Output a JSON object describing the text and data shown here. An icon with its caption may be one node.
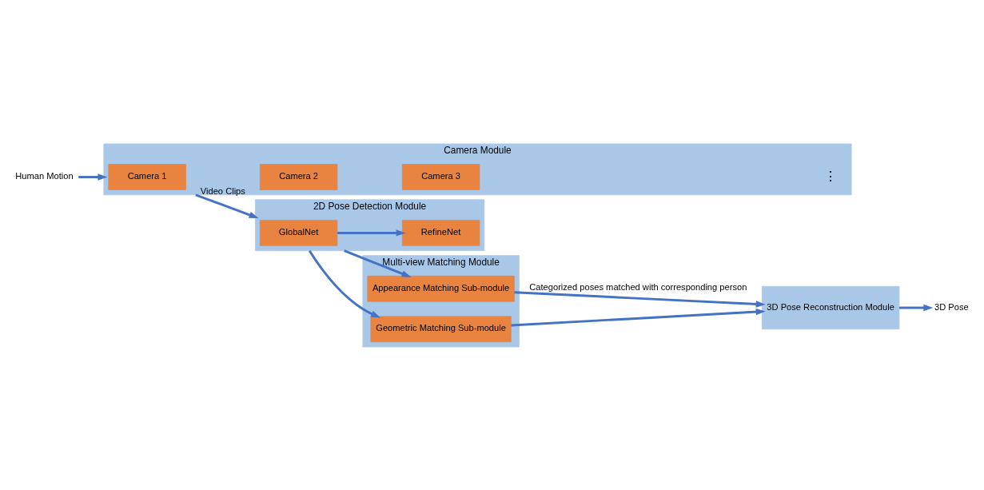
{
  "diagram": {
    "nodes": [
      {
        "text": [
          "Human Motion"
        ]
      },
      {
        "text": [
          "Camera Module"
        ]
      },
      {
        "text": [
          "Camera 1"
        ],
        "in": 1
      },
      {
        "text": [
          "Camera 2"
        ],
        "in": 1
      },
      {
        "text": [
          "Camera 3"
        ],
        "in": 1
      },
      {
        "text": [
          "2D Pose Detection Module"
        ]
      },
      {
        "text": [
          "GlobalNet"
        ],
        "in": 5
      },
      {
        "text": [
          "RefineNet"
        ],
        "in": 5
      },
      {
        "text": [
          "Multi-view Matching Module"
        ]
      },
      {
        "text": [
          "Appearance Matching Sub-module"
        ],
        "in": 8
      },
      {
        "text": [
          "Geometric Matching Sub-module"
        ],
        "in": 8
      },
      {
        "text": [
          "3D Pose Reconstruction Module"
        ]
      },
      {
        "text": [
          "3D Pose"
        ]
      }
    ],
    "edges": [
      {
        "from": 0,
        "to": 1,
        "arrow": "to"
      },
      {
        "from": 1,
        "to": 5,
        "label": "Video Clips",
        "arrow": "to"
      },
      {
        "from": 6,
        "to": 7,
        "arrow": "to"
      },
      {
        "from": 5,
        "to": 9,
        "arrow": "to"
      },
      {
        "from": 5,
        "to": 10,
        "arrow": "to"
      },
      {
        "from": 9,
        "to": 11,
        "label": "Categorized poses matched with corresponding person",
        "arrow": "to"
      },
      {
        "from": 10,
        "to": 11,
        "arrow": "to"
      },
      {
        "from": 11,
        "to": 12,
        "arrow": "to"
      }
    ],
    "labels": [
      "⋮"
    ]
  }
}
